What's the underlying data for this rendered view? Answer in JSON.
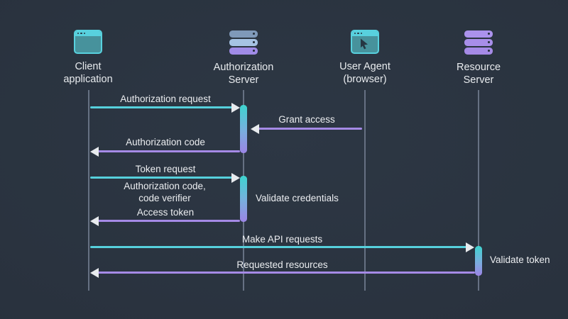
{
  "diagram": {
    "type": "sequence-diagram",
    "topic": "OAuth authorization code flow",
    "colors": {
      "background": "#28313d",
      "teal_arrow": "#56d0dc",
      "purple_arrow": "#a58ae6",
      "activation_gradient_top": "#3ed4cf",
      "activation_gradient_bottom": "#9c85e6",
      "lifeline": "#667183",
      "text": "#e8ebee"
    },
    "actors": [
      {
        "name": "Client\napplication",
        "icon": "browser-window-icon"
      },
      {
        "name": "Authorization\nServer",
        "icon": "server-stack-icon"
      },
      {
        "name": "User Agent\n(browser)",
        "icon": "browser-cursor-icon"
      },
      {
        "name": "Resource\nServer",
        "icon": "server-stack-icon"
      }
    ],
    "messages": [
      {
        "label": "Authorization request",
        "from": "Client application",
        "to": "Authorization Server",
        "direction": "right",
        "color": "#56d0dc"
      },
      {
        "label": "Grant access",
        "from": "User Agent (browser)",
        "to": "Authorization Server",
        "direction": "left",
        "color": "#a58ae6"
      },
      {
        "label": "Authorization code",
        "from": "Authorization Server",
        "to": "Client application",
        "direction": "left",
        "color": "#a58ae6"
      },
      {
        "label": "Token request",
        "from": "Client application",
        "to": "Authorization Server",
        "direction": "right",
        "color": "#56d0dc"
      },
      {
        "label": "Authorization code,\ncode verifier",
        "type": "payload-note"
      },
      {
        "label": "Access token",
        "from": "Authorization Server",
        "to": "Client application",
        "direction": "left",
        "color": "#a58ae6"
      },
      {
        "label": "Make API requests",
        "from": "Client application",
        "to": "Resource Server",
        "direction": "right",
        "color": "#56d0dc"
      },
      {
        "label": "Requested resources",
        "from": "Resource Server",
        "to": "Client application",
        "direction": "left",
        "color": "#a58ae6"
      }
    ],
    "annotations": [
      {
        "label": "Validate credentials",
        "attached_to": "Authorization Server"
      },
      {
        "label": "Validate token",
        "attached_to": "Resource Server"
      }
    ]
  }
}
